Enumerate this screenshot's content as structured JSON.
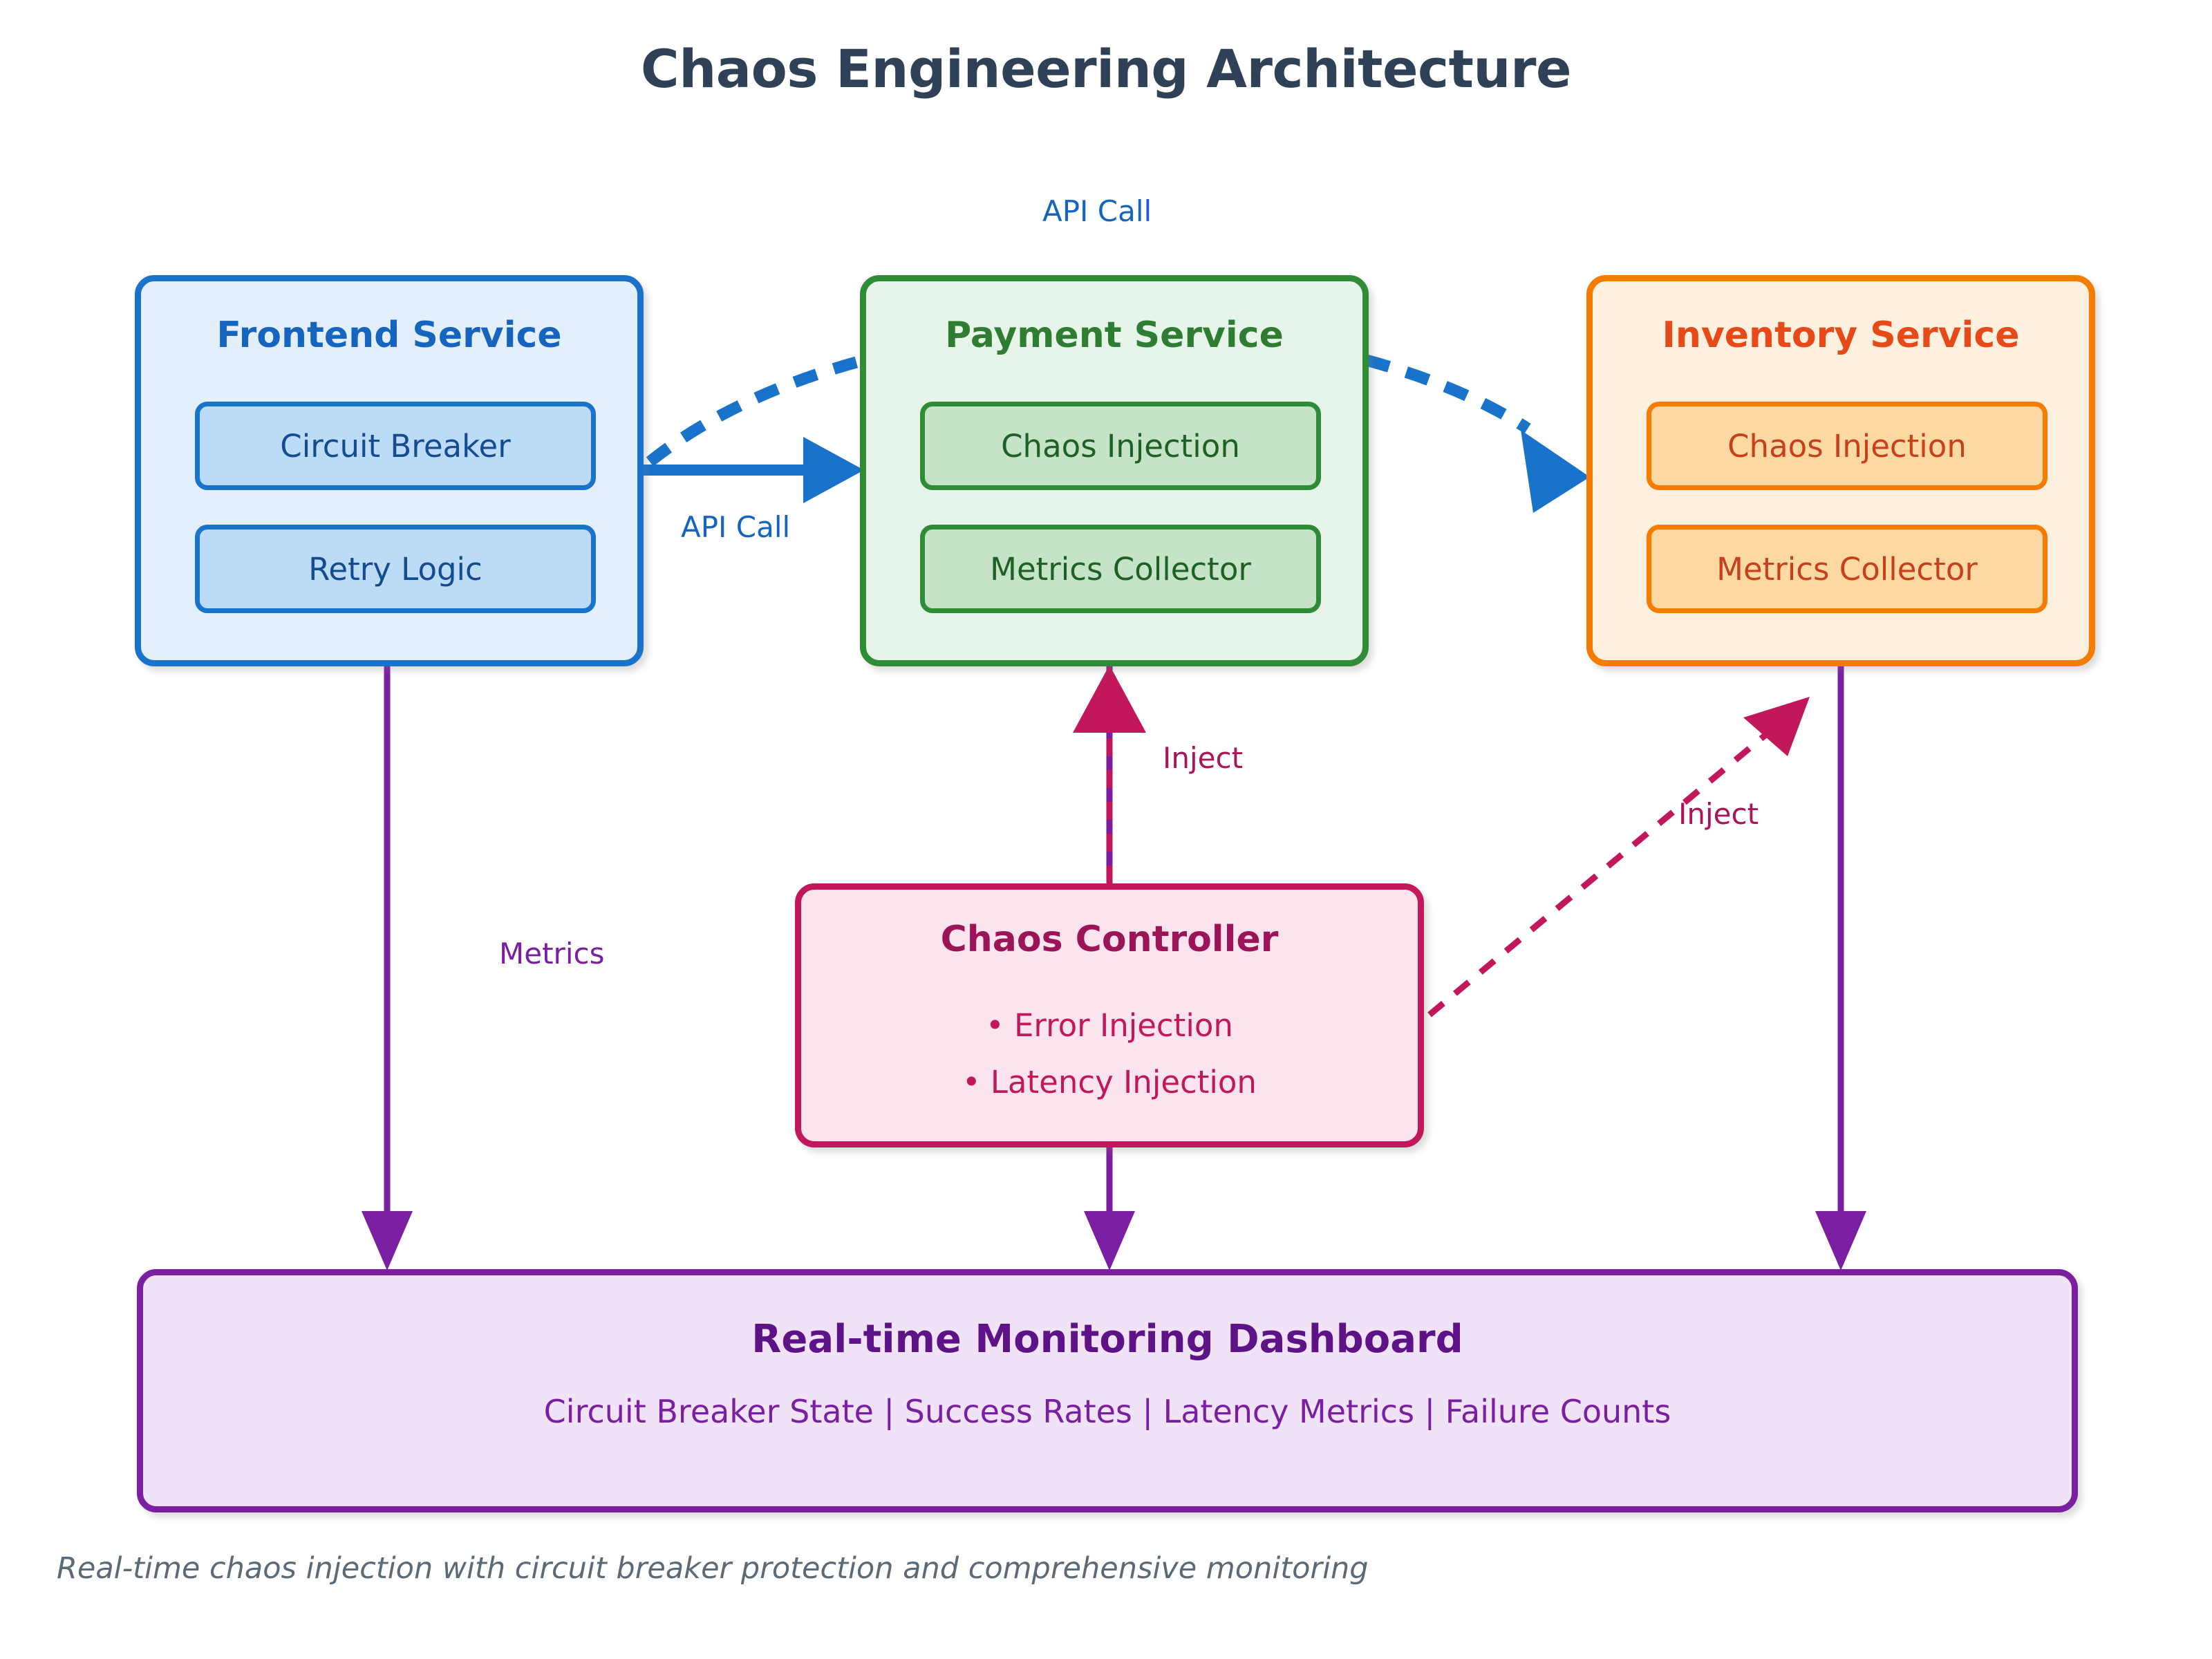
{
  "diagram": {
    "title": "Chaos Engineering Architecture",
    "caption": "Real-time chaos injection with circuit breaker protection and comprehensive monitoring",
    "colors": {
      "title": "#2f4156",
      "frontend": "#1565c0",
      "payment": "#2e7d32",
      "inventory": "#e64a19",
      "controller": "#c2185b",
      "dashboard": "#7b1fa2"
    }
  },
  "services": [
    {
      "id": "frontend",
      "title": "Frontend Service",
      "components": [
        "Circuit Breaker",
        "Retry Logic"
      ]
    },
    {
      "id": "payment",
      "title": "Payment Service",
      "components": [
        "Chaos Injection",
        "Metrics Collector"
      ]
    },
    {
      "id": "inventory",
      "title": "Inventory Service",
      "components": [
        "Chaos Injection",
        "Metrics Collector"
      ]
    }
  ],
  "controller": {
    "title": "Chaos Controller",
    "items": [
      "• Error Injection",
      "• Latency Injection"
    ]
  },
  "dashboard": {
    "title": "Real-time Monitoring Dashboard",
    "metrics": "Circuit Breaker State | Success Rates | Latency Metrics | Failure Counts"
  },
  "edges": [
    {
      "id": "api-top",
      "label": "API Call",
      "style": "dashed",
      "color": "#1a73cb",
      "from": "frontend",
      "to": "inventory"
    },
    {
      "id": "api-mid",
      "label": "API Call",
      "style": "solid",
      "color": "#1a73cb",
      "from": "frontend",
      "to": "payment"
    },
    {
      "id": "inject-1",
      "label": "Inject",
      "style": "dashed",
      "color": "#c2185b",
      "from": "controller",
      "to": "payment"
    },
    {
      "id": "inject-2",
      "label": "Inject",
      "style": "dashed",
      "color": "#c2185b",
      "from": "controller",
      "to": "inventory"
    },
    {
      "id": "metrics",
      "label": "Metrics",
      "style": "solid",
      "color": "#7b1fa2",
      "from": "frontend",
      "to": "dashboard"
    }
  ]
}
